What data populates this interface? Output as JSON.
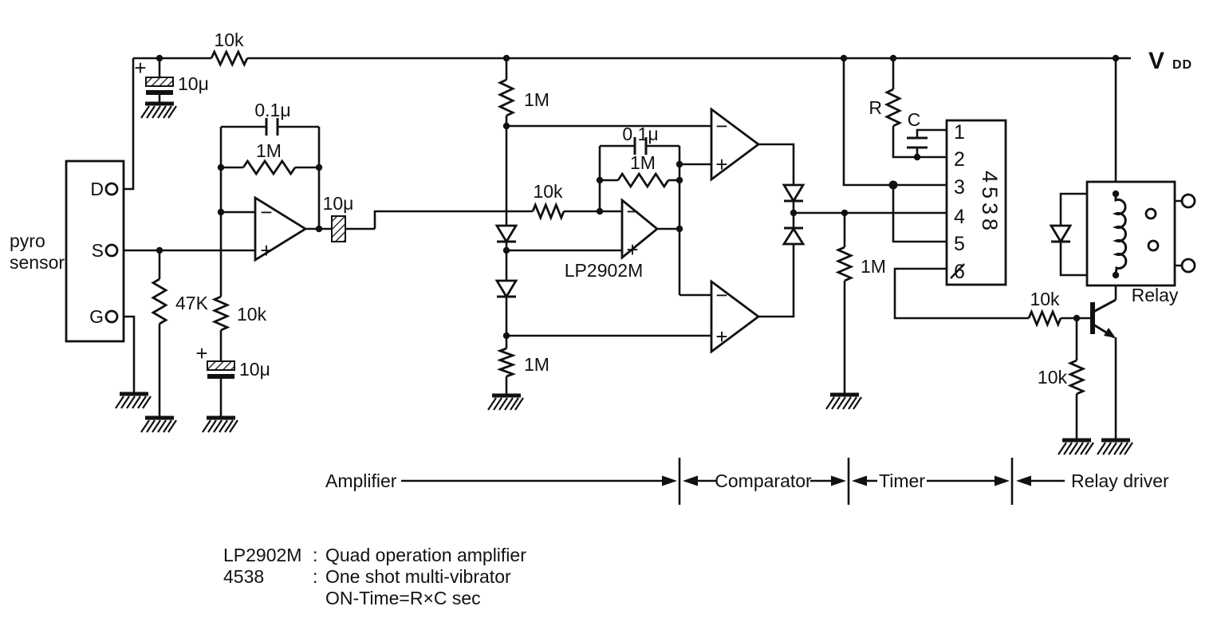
{
  "power": {
    "vdd_main": "V",
    "vdd_sub": "DD"
  },
  "sensor": {
    "name_line1": "pyro",
    "name_line2": "sensor",
    "terminal_d": "D",
    "terminal_s": "S",
    "terminal_g": "G"
  },
  "amplifier": {
    "supply_resistor": "10k",
    "supply_cap": "10μ",
    "feedback_cap_1": "0.1μ",
    "feedback_resistor_1": "1M",
    "source_bias_resistor": "47K",
    "gain_resistor": "10k",
    "gain_cap": "10μ",
    "coupling_cap": "10μ",
    "bias_top_resistor": "1M",
    "input_resistor_2": "10k",
    "feedback_cap_2": "0.1μ",
    "feedback_resistor_2": "1M",
    "bias_bottom_resistor": "1M",
    "opamp_part": "LP2902M"
  },
  "comparator": {
    "pulldown_resistor": "1M"
  },
  "timer": {
    "r_label": "R",
    "c_label": "C",
    "chip_name": "4538",
    "pins": [
      "1",
      "2",
      "3",
      "4",
      "5",
      "6"
    ]
  },
  "relay_driver": {
    "base_resistor": "10k",
    "base_pulldown_resistor": "10k",
    "relay_label": "Relay"
  },
  "sections": {
    "amplifier": "Amplifier",
    "comparator": "Comparator",
    "timer": "Timer",
    "relay_driver": "Relay driver"
  },
  "legend": {
    "colon": ":",
    "row1_name": "LP2902M",
    "row1_desc": "Quad operation amplifier",
    "row2_name": "4538",
    "row2_desc": "One shot multi-vibrator",
    "row3_desc": "ON-Time=R×C sec"
  },
  "symbols": {
    "plus": "+",
    "minus": "−"
  }
}
